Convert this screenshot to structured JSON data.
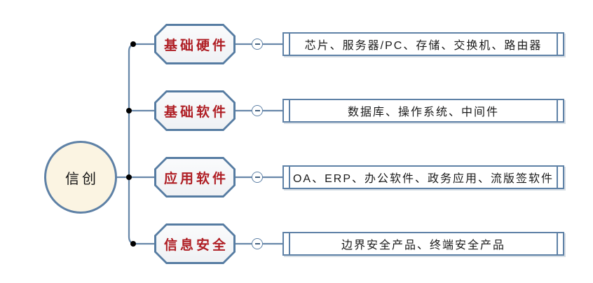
{
  "root": {
    "label": "信创"
  },
  "branches": [
    {
      "label": "基础硬件",
      "items_text": "芯片、服务器/PC、存储、交换机、路由器"
    },
    {
      "label": "基础软件",
      "items_text": "数据库、操作系统、中间件"
    },
    {
      "label": "应用软件",
      "items_text": "OA、ERP、办公软件、政务应用、流版签软件"
    },
    {
      "label": "信息安全",
      "items_text": "边界安全产品、终端安全产品"
    }
  ],
  "colors": {
    "connector_stroke": "#6787A9",
    "node_border": "#5E81A6",
    "branch_node_fill": "#F2F3F5",
    "root_node_fill": "#FBF4E2",
    "branch_label_text": "#AF1E24",
    "detail_text": "#1A1A1A",
    "junction_dot": "#000000"
  }
}
